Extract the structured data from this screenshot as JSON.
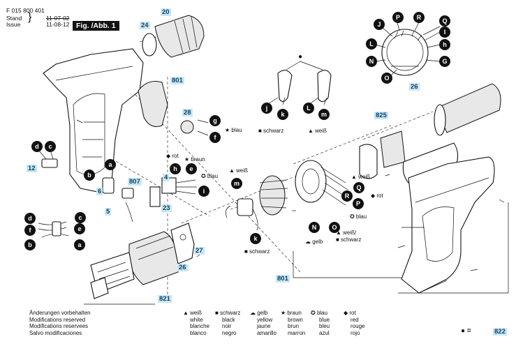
{
  "header": {
    "doc_number": "F 015 800 401",
    "stand_label": "Stand",
    "issue_label": "Issue",
    "stand_date": "11-07-02",
    "issue_date": "11-08-12",
    "fig_label": "Fig. /Abb. 1"
  },
  "part_numbers": {
    "p20": "20",
    "p24": "24",
    "p801a": "801",
    "p28": "28",
    "p12": "12",
    "p825": "825",
    "p26a": "26",
    "p807": "807",
    "p4": "4",
    "p6": "6",
    "p5": "5",
    "p23": "23",
    "p27": "27",
    "p26b": "26",
    "p821": "821",
    "p801b": "801",
    "p822": "822"
  },
  "bubbles": {
    "g": "g",
    "f": "f",
    "d1": "d",
    "c1": "c",
    "a1": "a",
    "b1": "b",
    "h": "h",
    "e": "e",
    "i": "i",
    "m1": "m",
    "k1": "k",
    "j": "j",
    "k2": "k",
    "L1": "L",
    "m2": "m",
    "Q1": "Q",
    "R1": "R",
    "P1": "P",
    "N1": "N",
    "O1": "O",
    "d2": "d",
    "c2": "c",
    "f2": "f",
    "e2": "e",
    "b2": "b",
    "a2": "a",
    "rJ": "J",
    "rP": "P",
    "rR": "R",
    "rQ": "Q",
    "rI": "I",
    "rL": "L",
    "rh": "h",
    "rN": "N",
    "rG": "G",
    "rO": "O"
  },
  "annotations": {
    "blau1": "★ blau",
    "rot1": "◆ rot",
    "braun1": "★ braun",
    "blau2": "✪ blau",
    "weiss1": "▲ weiß",
    "schwarz1": "■ schwarz",
    "weiss2": "▲ weiß",
    "weiss3": "▲ weiß",
    "rot2": "◆ rot",
    "blau3": "✪ blau",
    "gelb1": "☁ gelb",
    "weiss_schwarz1": "▲ weiß/",
    "weiss_schwarz2": "■ schwarz",
    "schwarz2": "■ schwarz",
    "dot_top": "●",
    "dot_822": "● = "
  },
  "legend": {
    "changes": [
      "Änderungen vorbehalten",
      "Modifications reserved",
      "Modifications reservees",
      "Salvo modificaciones"
    ],
    "colors": [
      {
        "symbol": "▲",
        "lines": [
          "weiß",
          "white",
          "blanche",
          "blanco"
        ]
      },
      {
        "symbol": "■",
        "lines": [
          "schwarz",
          "black",
          "noir",
          "negro"
        ]
      },
      {
        "symbol": "☁",
        "lines": [
          "gelb",
          "yellow",
          "jaune",
          "amarillo"
        ]
      },
      {
        "symbol": "★",
        "lines": [
          "braun",
          "brown",
          "brun",
          "marron"
        ]
      },
      {
        "symbol": "✪",
        "lines": [
          "blau",
          "blue",
          "bleu",
          "azul"
        ]
      },
      {
        "symbol": "◆",
        "lines": [
          "rot",
          "red",
          "rouge",
          "rojo"
        ]
      }
    ]
  },
  "colors": {
    "pn_bg": "#c8e7f1",
    "pn_text": "#0c3f6b",
    "bubble": "#111111"
  }
}
